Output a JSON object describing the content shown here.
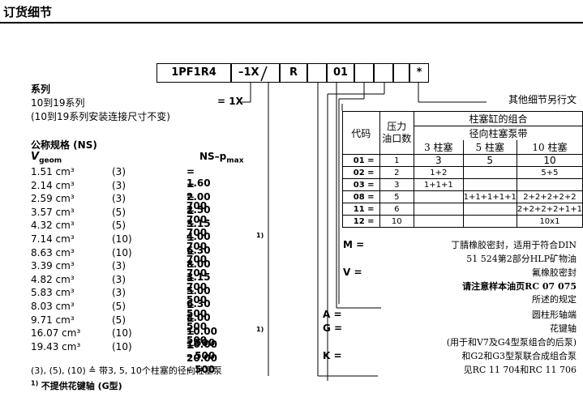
{
  "title": "订货细节",
  "code": {
    "b1": "1PF1R4",
    "b2": "1X",
    "b3": "R",
    "b4": "01",
    "b5": "*"
  },
  "other_details": "其他细节另行文",
  "series": {
    "label": "系列",
    "line1": "10到19系列",
    "line1_val": "= 1X",
    "line2": "(10到19系列安装连接尺寸不变)"
  },
  "ns": {
    "label": "公称规格 (NS)",
    "vgeom": "V",
    "vgeom_sub": "geom",
    "ns_head": "NS–p",
    "ns_sub": "max",
    "rows": [
      {
        "v": "1.51 cm³",
        "n": "(3)",
        "r": "= 1.60 – 700",
        "f": ""
      },
      {
        "v": "2.14 cm³",
        "n": "(3)",
        "r": "= 2.00 – 700",
        "f": ""
      },
      {
        "v": "2.59 cm³",
        "n": "(3)",
        "r": "= 2.50 – 700",
        "f": ""
      },
      {
        "v": "3.57 cm³",
        "n": "(5)",
        "r": "= 3.15 – 700",
        "f": ""
      },
      {
        "v": "4.32 cm³",
        "n": "(5)",
        "r": "= 4.00 – 700",
        "f": ""
      },
      {
        "v": "7.14 cm³",
        "n": "(10)",
        "r": "= 6.30 – 700",
        "f": "1)"
      },
      {
        "v": "8.63 cm³",
        "n": "(10)",
        "r": "= 8.00 – 700",
        "f": ""
      },
      {
        "v": "3.39 cm³",
        "n": "(3)",
        "r": "= 3.15 – 500",
        "f": ""
      },
      {
        "v": "4.82 cm³",
        "n": "(3)",
        "r": "= 5.00 – 500",
        "f": ""
      },
      {
        "v": "5.83 cm³",
        "n": "(3)",
        "r": "= 6.30 – 500",
        "f": ""
      },
      {
        "v": "8.03 cm³",
        "n": "(5)",
        "r": "= 8.00 – 500",
        "f": ""
      },
      {
        "v": "9.71 cm³",
        "n": "(5)",
        "r": "= 10.00 – 500",
        "f": ""
      },
      {
        "v": "16.07 cm³",
        "n": "(10)",
        "r": "= 16.00 – 500",
        "f": "1)"
      },
      {
        "v": "19.43 cm³",
        "n": "(10)",
        "r": "= 20.00 – 500",
        "f": ""
      }
    ]
  },
  "footnotes": {
    "f1": "(3), (5), (10) ≙ 带3, 5, 10个柱塞的径向柱塞泵",
    "f2_mark": "1)",
    "f2": "不提供花键轴 (G型)"
  },
  "table": {
    "h_code": "代码",
    "h_ports1": "压力",
    "h_ports2": "油口数",
    "h_combo": "柱塞缸的组合",
    "h_radial": "径向柱塞泵带",
    "h_3": "3 柱塞",
    "h_5": "5 柱塞",
    "h_10": "10 柱塞",
    "rows": [
      {
        "k": "01 =",
        "p": "1",
        "a": "3",
        "b": "5",
        "c": "10"
      },
      {
        "k": "02 =",
        "p": "2",
        "a": "1+2",
        "b": "",
        "c": "5+5"
      },
      {
        "k": "03 =",
        "p": "3",
        "a": "1+1+1",
        "b": "",
        "c": ""
      },
      {
        "k": "08 =",
        "p": "5",
        "a": "",
        "b": "1+1+1+1+1",
        "c": "2+2+2+2+2"
      },
      {
        "k": "11 =",
        "p": "6",
        "a": "",
        "b": "",
        "c": "2+2+2+2+1+1"
      },
      {
        "k": "12 =",
        "p": "10",
        "a": "",
        "b": "",
        "c": "10x1"
      }
    ]
  },
  "seals": {
    "m_key": "M =",
    "m_1": "丁腈橡胶密封，适用于符合DIN",
    "m_2": "51 524第2部分HLP矿物油",
    "v_key": "V =",
    "v_1": "氟橡胶密封",
    "v_2": "请注意样本油页RC 07 075",
    "v_3": "所述的规定"
  },
  "shaft": {
    "a_key": "A =",
    "a_1": "圆柱形轴端",
    "g_key": "G =",
    "g_1": "花键轴",
    "g_2": "(用于和V7及G4型泵组合的后泵)",
    "k_key": "K =",
    "k_1": "和G2和G3型泵联合成组合泵",
    "k_2": "见RC 11 704和RC 11 706"
  }
}
